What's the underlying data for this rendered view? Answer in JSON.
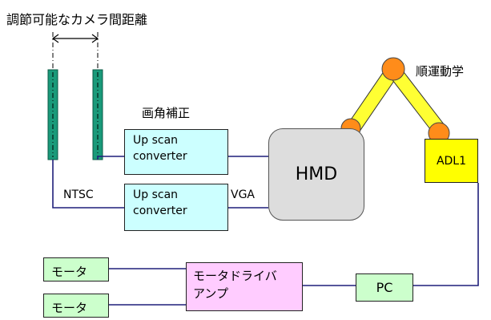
{
  "labels": {
    "title": "調節可能なカメラ間距離",
    "kinematics": "順運動学",
    "correction": "画角補正",
    "ntsc": "NTSC",
    "vga": "VGA"
  },
  "boxes": {
    "upscan_top": [
      "Up scan",
      "converter"
    ],
    "upscan_bottom": [
      "Up scan",
      "converter"
    ],
    "hmd": "HMD",
    "adl1": "ADL1",
    "motor_driver": [
      "モータドライバ",
      "アンプ"
    ],
    "pc": "PC",
    "motor_top": "モータ",
    "motor_bottom": "モータ"
  },
  "colors": {
    "converter_fill": "#ccffff",
    "hmd_fill": "#dddddd",
    "adl1_fill": "#ffff00",
    "driver_fill": "#ffccff",
    "pc_fill": "#ccffcc",
    "motor_fill": "#ccffcc",
    "camera_fill": "#1a9a7a",
    "joint_fill": "#ff8c1a",
    "arm_fill": "#ffff33",
    "wire_color": "#1f1f7a"
  }
}
